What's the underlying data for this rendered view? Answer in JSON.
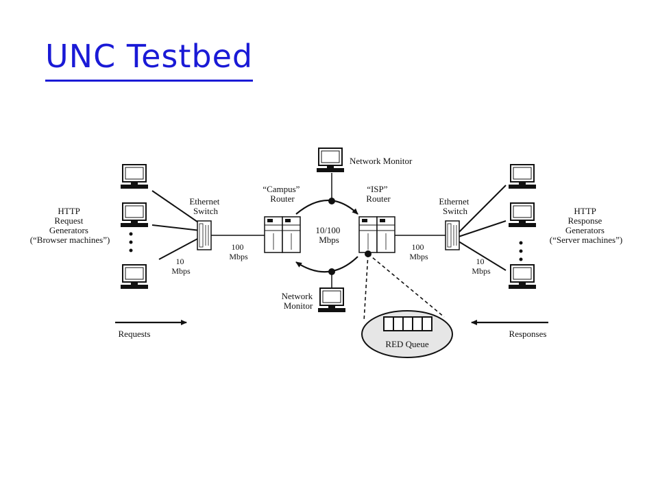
{
  "title": "UNC Testbed",
  "colors": {
    "title": "#1a1ad6",
    "ink": "#111111",
    "queue_fill": "#e6e6e6"
  },
  "labels": {
    "request_generators": [
      "HTTP",
      "Request",
      "Generators",
      "(“Browser machines”)"
    ],
    "response_generators": [
      "HTTP",
      "Response",
      "Generators",
      "(“Server machines”)"
    ],
    "switch_left": [
      "Ethernet",
      "Switch"
    ],
    "switch_right": [
      "Ethernet",
      "Switch"
    ],
    "campus_router": [
      "“Campus”",
      "Router"
    ],
    "isp_router": [
      "“ISP”",
      "Router"
    ],
    "center_link": [
      "10/100",
      "Mbps"
    ],
    "link_100_left": [
      "100",
      "Mbps"
    ],
    "link_100_right": [
      "100",
      "Mbps"
    ],
    "link_10_left": [
      "10",
      "Mbps"
    ],
    "link_10_right": [
      "10",
      "Mbps"
    ],
    "monitor_top": "Network Monitor",
    "monitor_bottom": [
      "Network",
      "Monitor"
    ],
    "red_queue": "RED Queue",
    "requests": "Requests",
    "responses": "Responses",
    "ellipsis": "•"
  },
  "icons": [
    "computer-icon",
    "ethernet-switch-icon",
    "router-icon",
    "arrow-right-icon",
    "arrow-left-icon",
    "queue-icon"
  ]
}
